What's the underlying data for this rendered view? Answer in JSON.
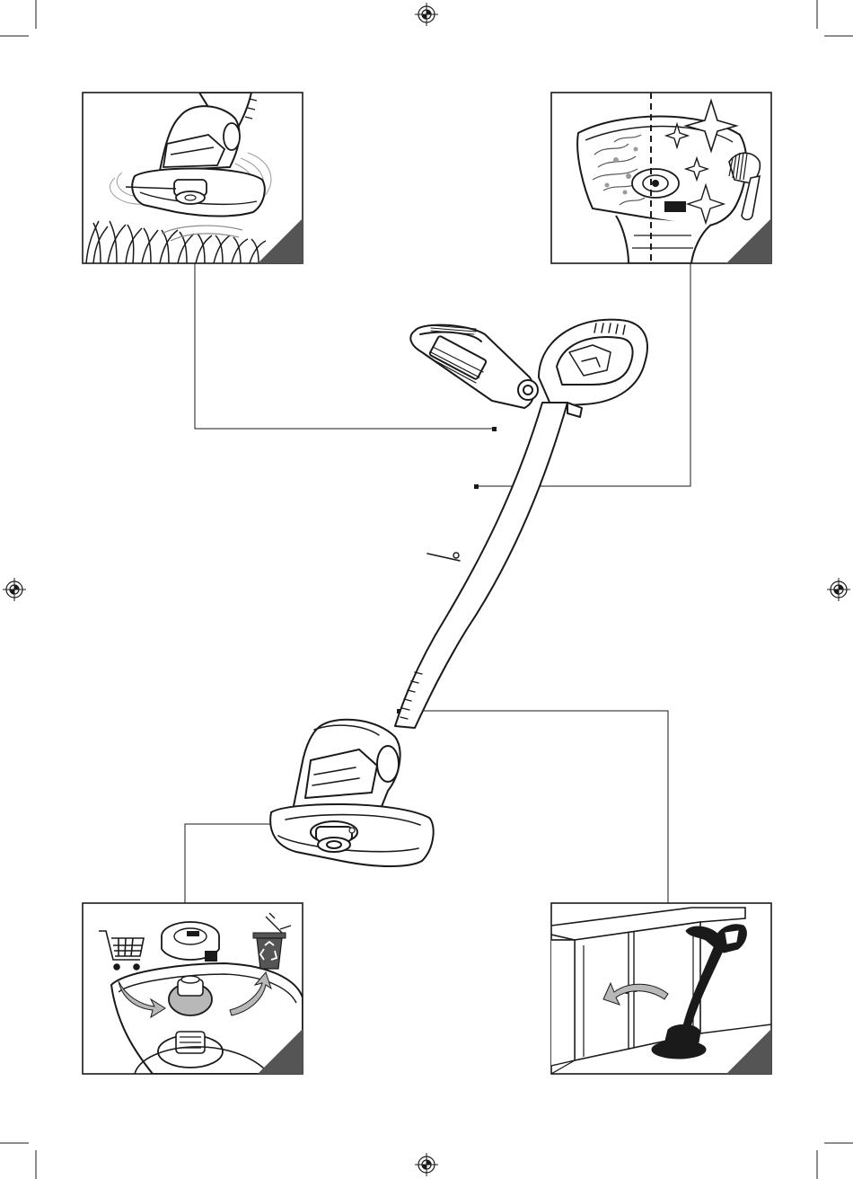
{
  "page": {
    "background": "#ffffff",
    "ink": "#1a1a1a",
    "shade": "#555555",
    "light_shade": "#b8b8b8"
  },
  "panels": [
    {
      "id": "panel-top-left",
      "illustrates": "trimming-grass",
      "icon": "trimmer-head-in-grass-icon"
    },
    {
      "id": "panel-top-right",
      "illustrates": "cleaning-guard",
      "icon": "guard-cleaning-brush-icon"
    },
    {
      "id": "panel-bottom-left",
      "illustrates": "spool-replacement-recycling",
      "icon": "spool-recycle-icon"
    },
    {
      "id": "panel-bottom-right",
      "illustrates": "indoor-storage",
      "icon": "storage-cabinet-icon"
    }
  ],
  "registration_marks": [
    "registration-mark-icon",
    "registration-mark-icon",
    "registration-mark-icon",
    "registration-mark-icon"
  ]
}
